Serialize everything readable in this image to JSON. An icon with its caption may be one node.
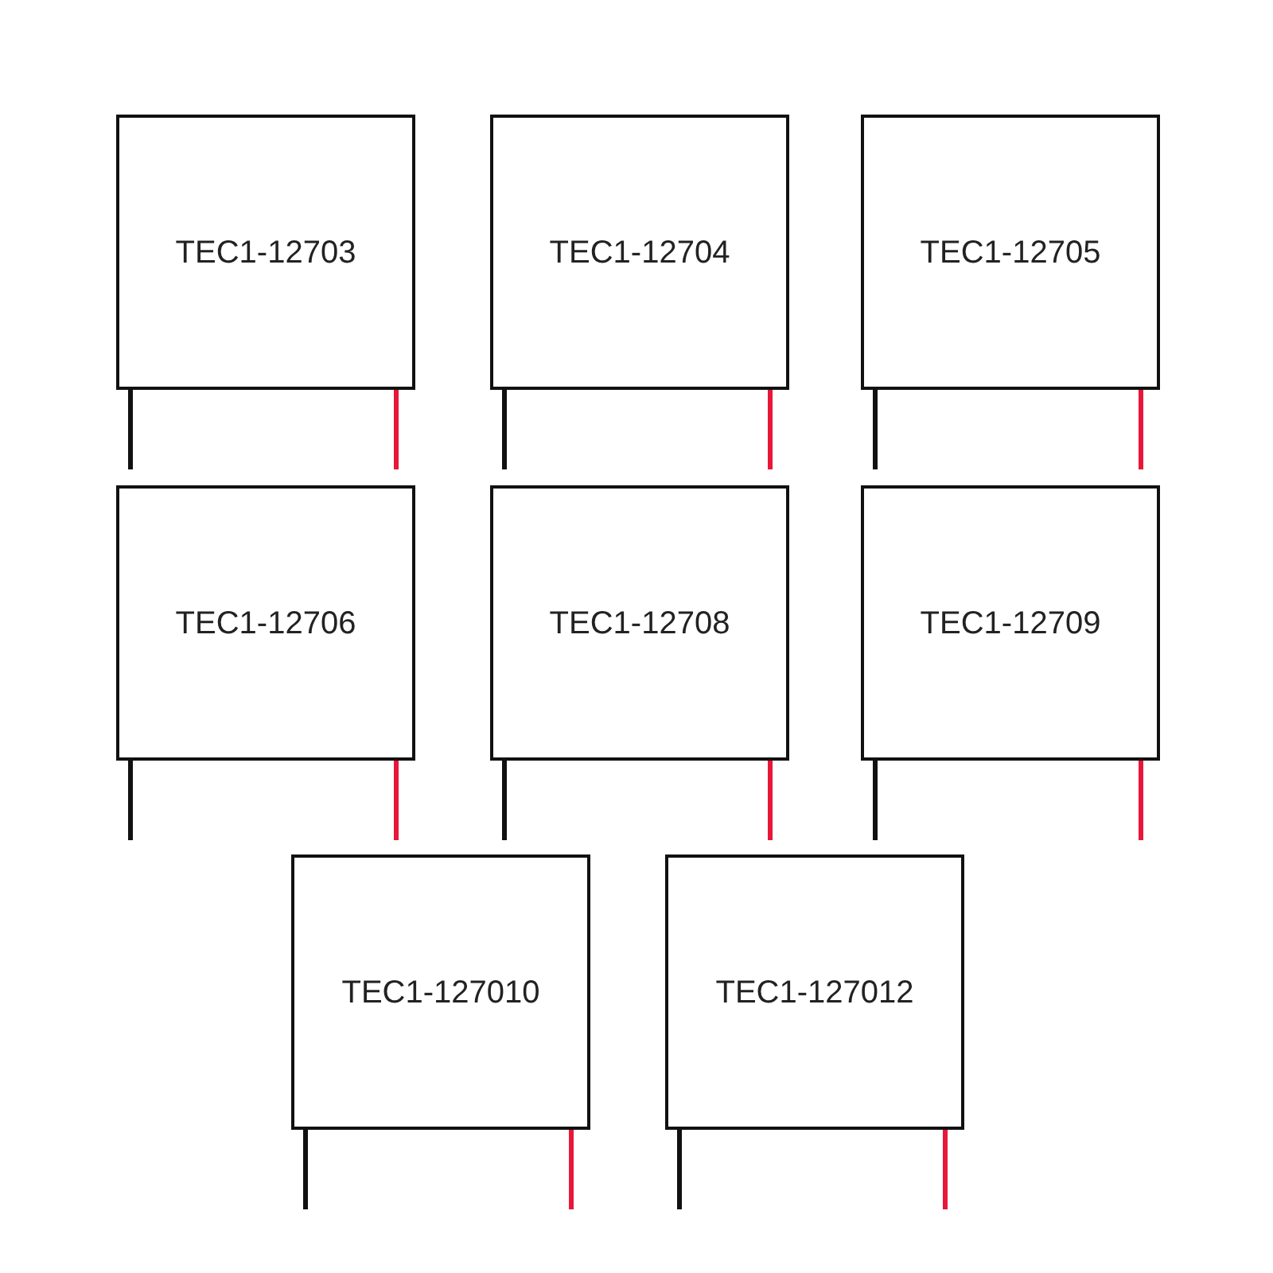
{
  "diagram": {
    "nodes": [
      {
        "text": [
          "TEC1-12703"
        ]
      },
      {
        "text": [
          "TEC1-12704"
        ]
      },
      {
        "text": [
          "TEC1-12705"
        ]
      },
      {
        "text": [
          "TEC1-12706"
        ]
      },
      {
        "text": [
          "TEC1-12708"
        ]
      },
      {
        "text": [
          "TEC1-12709"
        ]
      },
      {
        "text": [
          "TEC1-127010"
        ]
      },
      {
        "text": [
          "TEC1-127012"
        ]
      }
    ]
  }
}
